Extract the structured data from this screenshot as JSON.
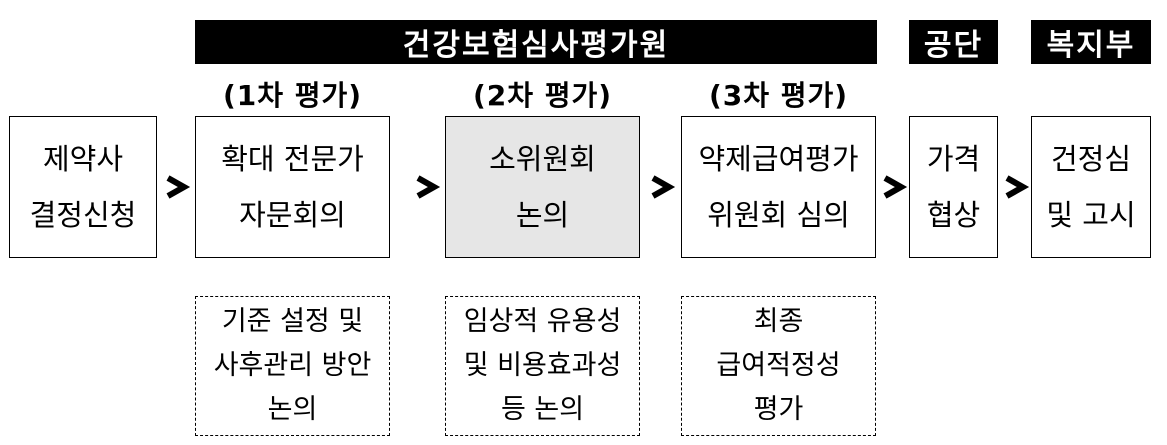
{
  "headers": {
    "hira": "건강보험심사평가원",
    "nhis": "공단",
    "mohw": "복지부"
  },
  "stages": {
    "first": "(1차 평가)",
    "second": "(2차 평가)",
    "third": "(3차 평가)"
  },
  "boxes": {
    "applicant": [
      "제약사",
      "결정신청"
    ],
    "expert": [
      "확대 전문가",
      "자문회의"
    ],
    "subcommittee": [
      "소위원회",
      "논의"
    ],
    "committee": [
      "약제급여평가",
      "위원회 심의"
    ],
    "negotiation": [
      "가격",
      "협상"
    ],
    "notice": [
      "건정심",
      "및 고시"
    ]
  },
  "notes": {
    "first": [
      "기준 설정 및",
      "사후관리 방안",
      "논의"
    ],
    "second": [
      "임상적 유용성",
      "및 비용효과성",
      "등 논의"
    ],
    "third": [
      "최종",
      "급여적정성",
      "평가"
    ]
  },
  "colors": {
    "header_bg": "#000000",
    "header_text": "#ffffff",
    "highlight_box": "#e6e6e6"
  },
  "icons": {
    "arrow": "arrow-right-icon"
  }
}
